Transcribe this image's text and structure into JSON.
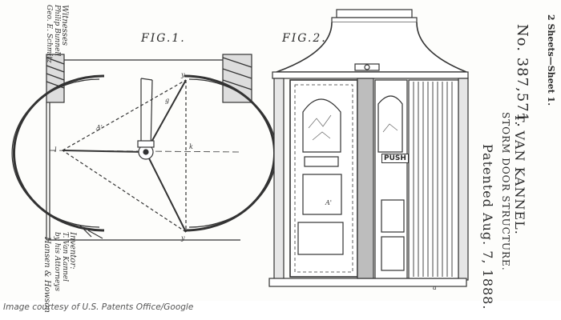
{
  "figures": {
    "fig1_label": "FIG.1.",
    "fig2_label": "FIG.2."
  },
  "patent": {
    "number": "No. 387,571.",
    "inventor": "T. VAN KANNEL.",
    "title": "STORM DOOR STRUCTURE.",
    "patented": "Patented Aug. 7, 1888.",
    "sheet": "2 Sheets—Sheet 1."
  },
  "signatures": {
    "witnesses_heading": "Witnesses",
    "witness_1": "Philip Bunnell",
    "witness_2": "Geo. E. Schmitz",
    "inventor_heading": "Inventor:",
    "inventor_name": "T. Van Kannel",
    "attorneys": "by his Attorneys",
    "firm": "Hansen & Howson"
  },
  "door": {
    "push_label": "PUSH"
  },
  "caption": "Image courtesy of U.S. Patents Office/Google"
}
